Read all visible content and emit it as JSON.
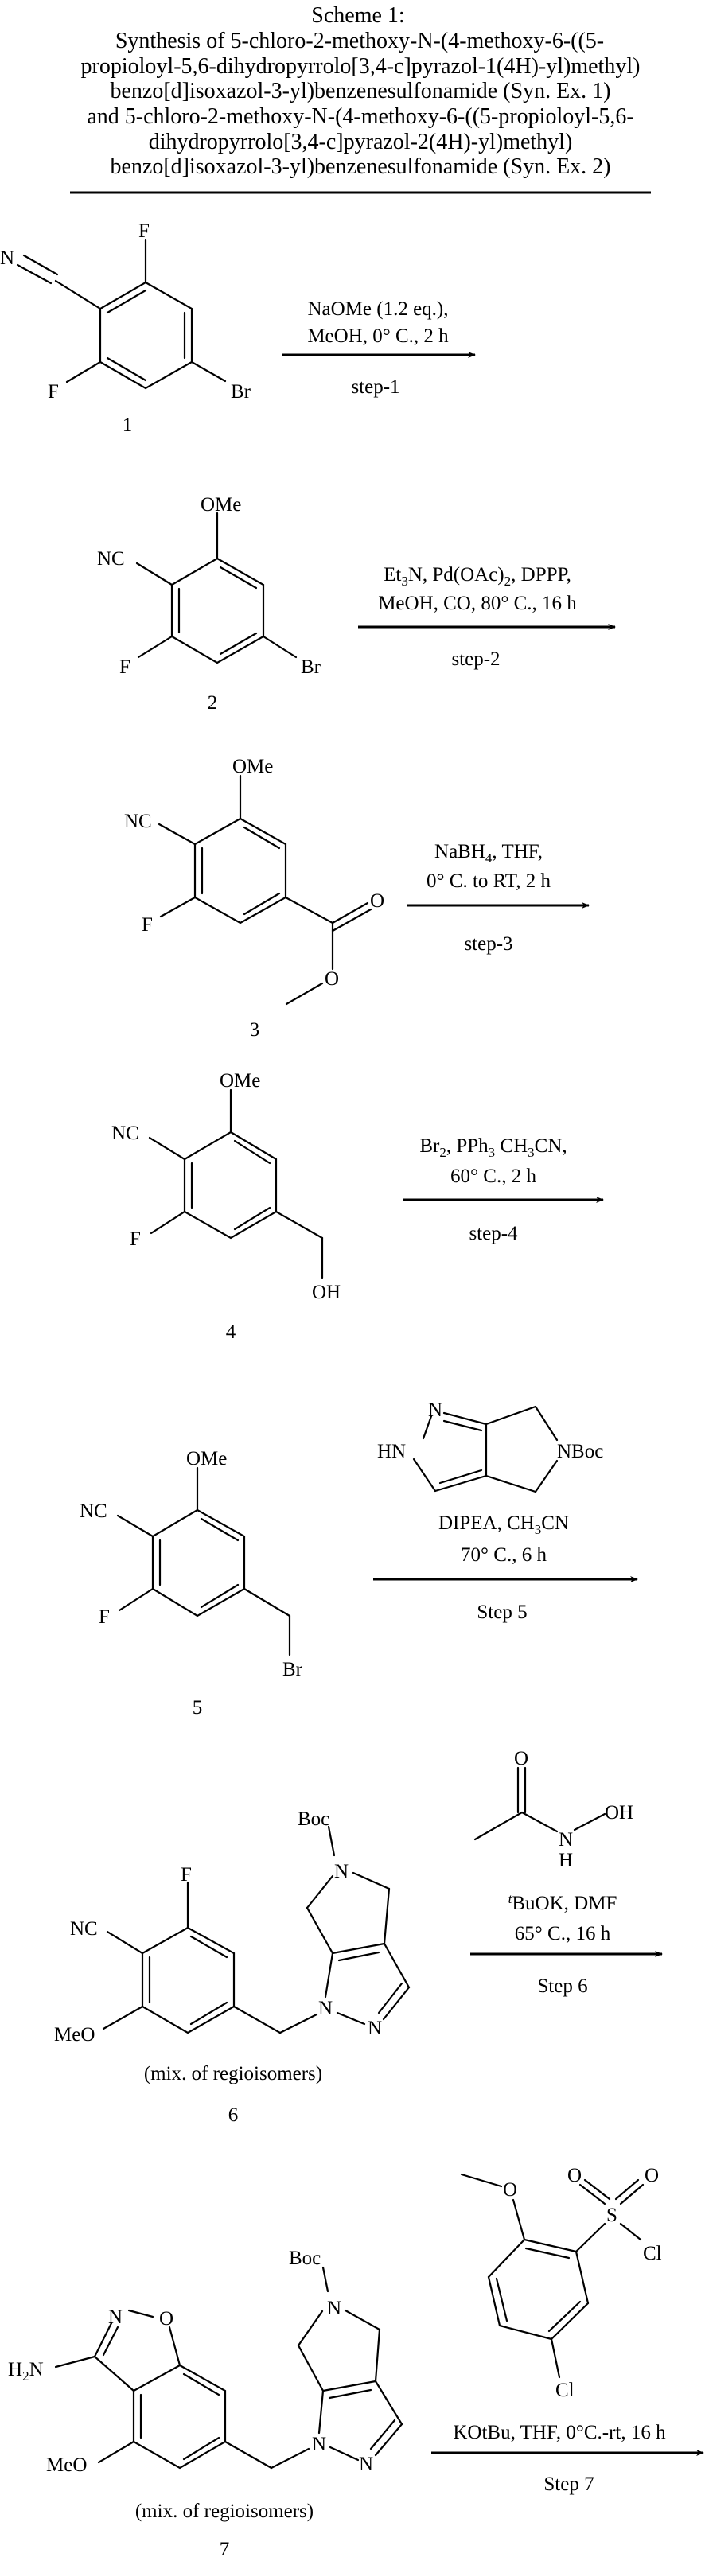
{
  "scheme": {
    "title_lines": [
      "Scheme 1:",
      "Synthesis of 5-chloro-2-methoxy-N-(4-methoxy-6-((5-",
      "propioloyl-5,6-dihydropyrrolo[3,4-c]pyrazol-1(4H)-yl)methyl)",
      "benzo[d]isoxazol-3-yl)benzenesulfonamide (Syn. Ex. 1)",
      "and 5-chloro-2-methoxy-N-(4-methoxy-6-((5-propioloyl-5,6-",
      "dihydropyrrolo[3,4-c]pyrazol-2(4H)-yl)methyl)",
      "benzo[d]isoxazol-3-yl)benzenesulfonamide (Syn. Ex. 2)"
    ]
  },
  "compounds": {
    "c1": {
      "label": "1",
      "atoms": {
        "n": "N",
        "f_top": "F",
        "f_bottom": "F",
        "br": "Br"
      }
    },
    "c2": {
      "label": "2",
      "atoms": {
        "ome": "OMe",
        "nc": "NC",
        "f": "F",
        "br": "Br"
      }
    },
    "c3": {
      "label": "3",
      "atoms": {
        "ome": "OMe",
        "nc": "NC",
        "f": "F",
        "o_carbonyl": "O",
        "o_ester": "O"
      }
    },
    "c4": {
      "label": "4",
      "atoms": {
        "ome": "OMe",
        "nc": "NC",
        "f": "F",
        "oh": "OH"
      }
    },
    "c5": {
      "label": "5",
      "atoms": {
        "ome": "OMe",
        "nc": "NC",
        "f": "F",
        "br": "Br"
      }
    },
    "c6": {
      "label": "6",
      "note": "(mix. of regioisomers)",
      "atoms": {
        "f": "F",
        "nc": "NC",
        "meo": "MeO",
        "boc": "Boc",
        "n5": "N",
        "n1": "N",
        "n2": "N"
      }
    },
    "c7": {
      "label": "7",
      "note": "(mix. of regioisomers)",
      "atoms": {
        "n": "N",
        "o": "O",
        "h2n_h": "H",
        "h2n_2": "2",
        "h2n_n": "N",
        "meo": "MeO",
        "boc": "Boc",
        "n5": "N",
        "n1": "N",
        "n2": "N"
      }
    }
  },
  "reagents": {
    "pyrrolopyrazole": {
      "n_top": "N",
      "hn": "HN",
      "nboc": "NBoc"
    },
    "acetohydroxamic": {
      "o": "O",
      "n": "N",
      "h": "H",
      "oh": "OH"
    },
    "sulfonyl_chloride": {
      "o_methoxy": "O",
      "s": "S",
      "o1": "O",
      "o2": "O",
      "cl_s": "Cl",
      "cl_ring": "Cl"
    }
  },
  "steps": [
    {
      "step": "step-1",
      "conditions": [
        "NaOMe (1.2 eq.),",
        "MeOH, 0° C., 2 h"
      ]
    },
    {
      "step": "step-2",
      "conditions": [
        {
          "parts": [
            "Et",
            "3",
            "N, Pd(OAc)",
            "2",
            ", DPPP,"
          ]
        },
        "MeOH, CO, 80° C., 16 h"
      ]
    },
    {
      "step": "step-3",
      "conditions": [
        {
          "parts": [
            "NaBH",
            "4",
            ", THF,"
          ]
        },
        "0° C. to  RT, 2 h"
      ]
    },
    {
      "step": "step-4",
      "conditions": [
        {
          "parts": [
            "Br",
            "2",
            ", PPh",
            "3",
            " CH",
            "3",
            "CN,"
          ]
        },
        "60° C., 2 h"
      ]
    },
    {
      "step": "Step 5",
      "conditions": [
        {
          "parts": [
            "DIPEA, CH",
            "3",
            "CN"
          ]
        },
        "70° C., 6 h"
      ]
    },
    {
      "step": "Step 6",
      "conditions": [
        {
          "parts": [
            "t",
            "BuOK, DMF"
          ]
        },
        "65° C., 16 h"
      ]
    },
    {
      "step": "Step 7",
      "conditions": [
        "KOtBu, THF, 0°C.-rt, 16 h"
      ]
    }
  ]
}
